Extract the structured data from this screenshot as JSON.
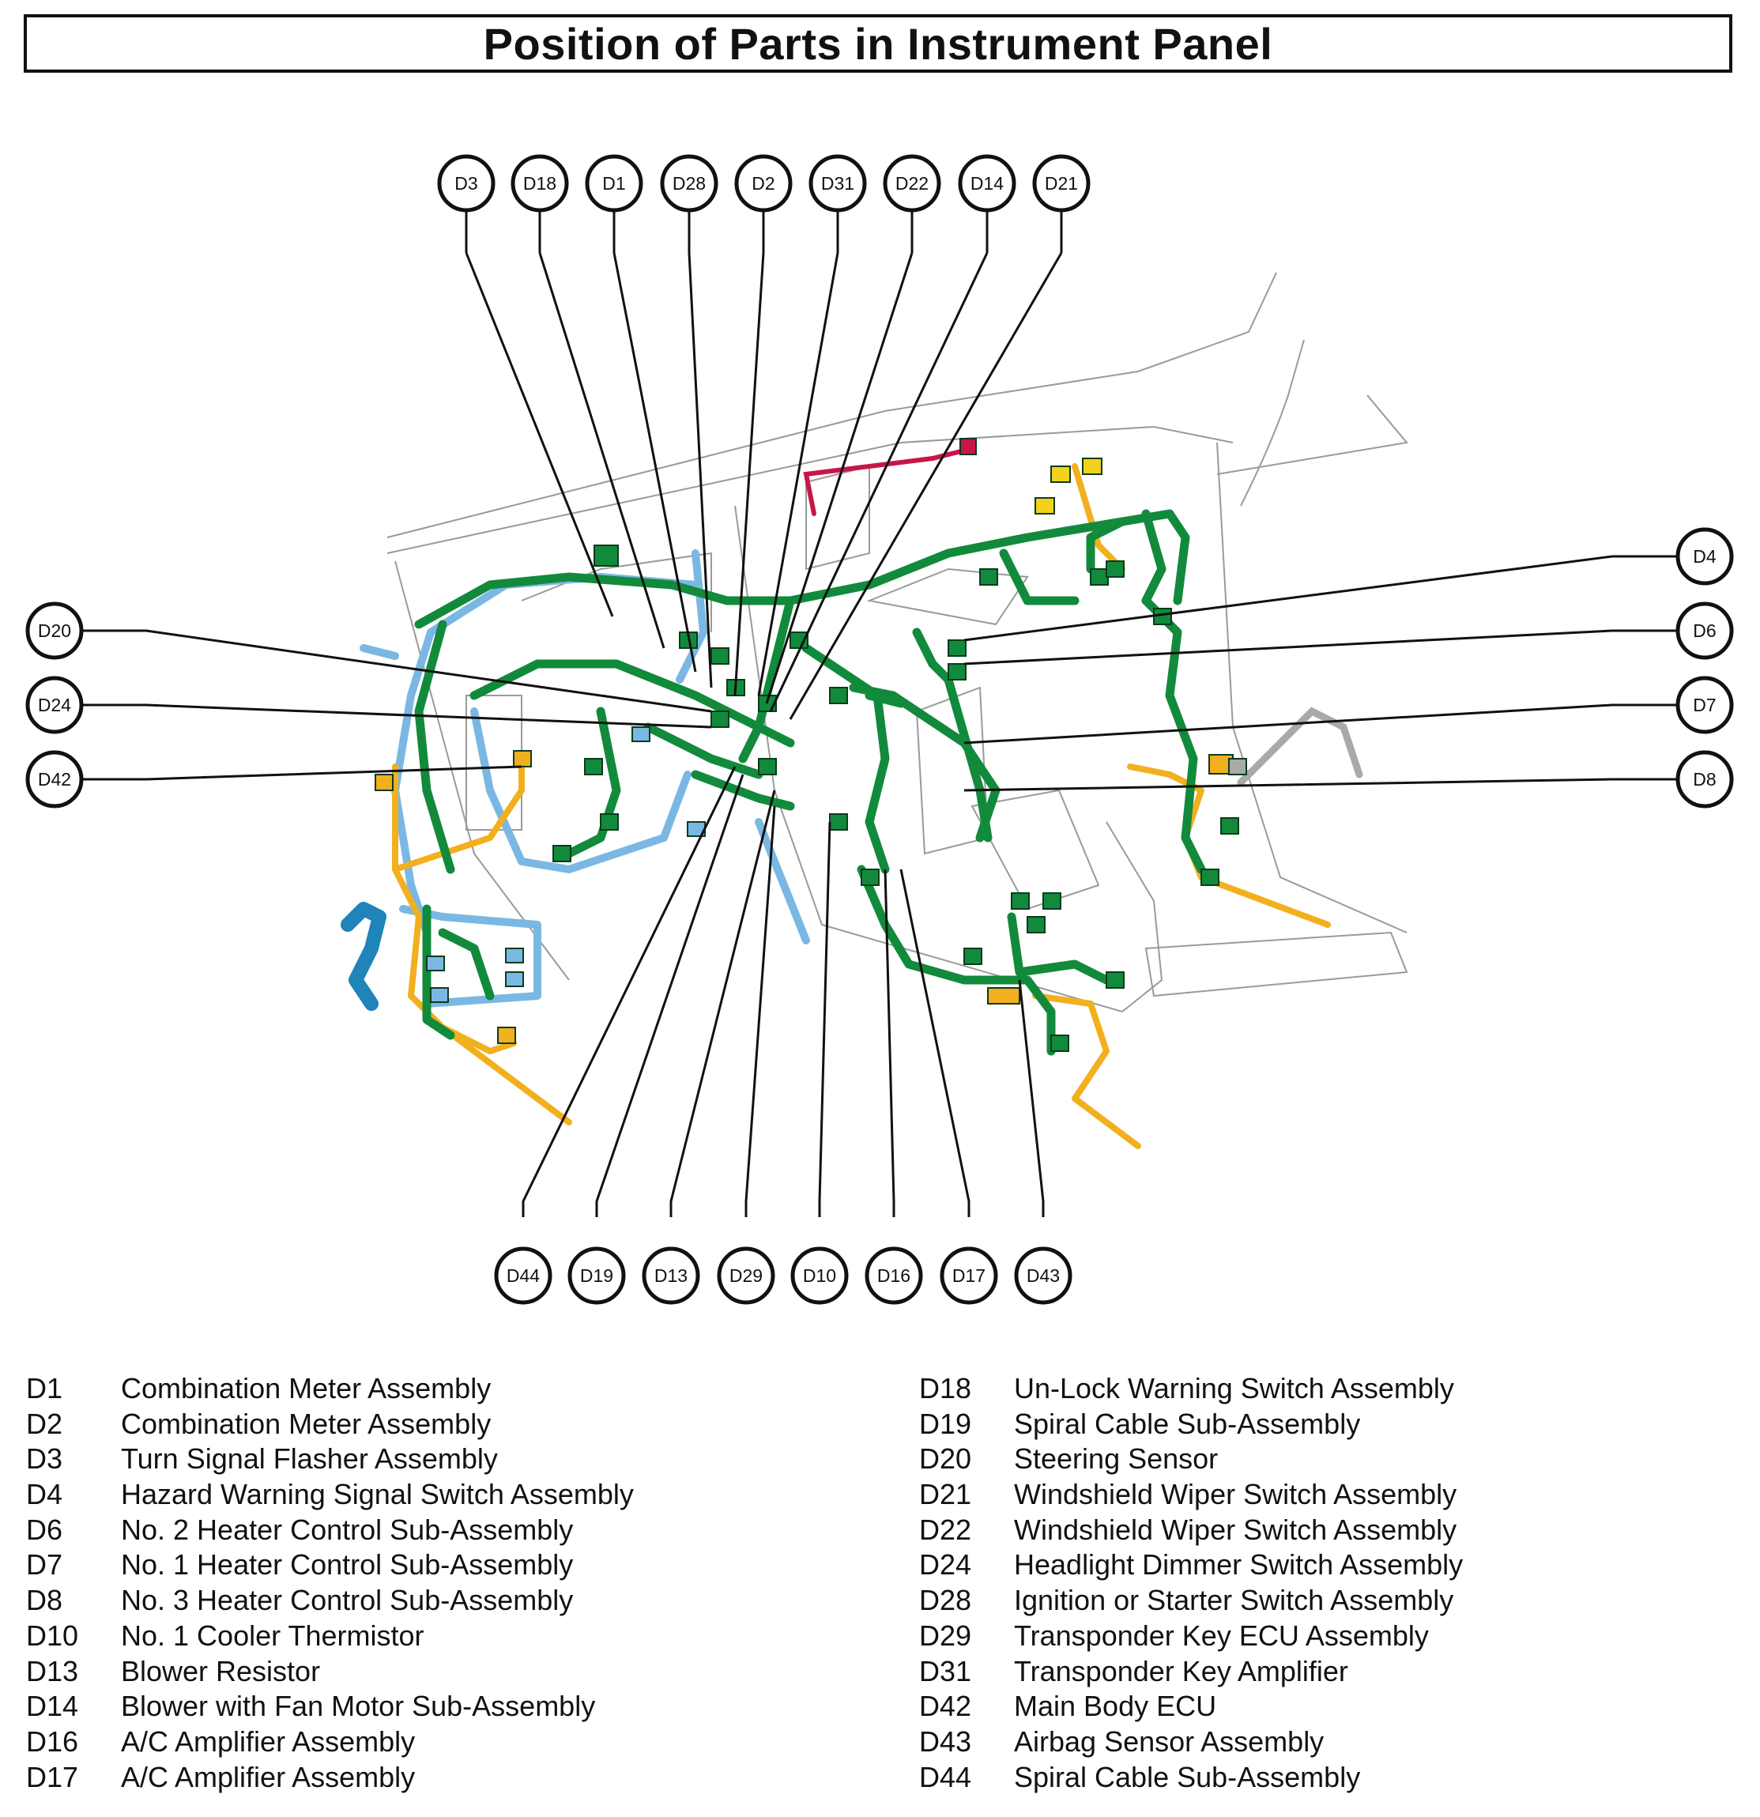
{
  "title": "Position of Parts in Instrument Panel",
  "colors": {
    "green": "#128a3c",
    "blue": "#7ab8e3",
    "yellow": "#f2b01e",
    "red": "#c8164a",
    "gray": "#a9a9a9"
  },
  "callouts": {
    "top": [
      "D3",
      "D18",
      "D1",
      "D28",
      "D2",
      "D31",
      "D22",
      "D14",
      "D21"
    ],
    "left": [
      "D20",
      "D24",
      "D42"
    ],
    "right": [
      "D4",
      "D6",
      "D7",
      "D8"
    ],
    "bottom": [
      "D44",
      "D19",
      "D13",
      "D29",
      "D10",
      "D16",
      "D17",
      "D43"
    ]
  },
  "legend_left": [
    {
      "code": "D1",
      "name": "Combination Meter Assembly"
    },
    {
      "code": "D2",
      "name": "Combination Meter Assembly"
    },
    {
      "code": "D3",
      "name": "Turn Signal Flasher Assembly"
    },
    {
      "code": "D4",
      "name": "Hazard Warning Signal Switch Assembly"
    },
    {
      "code": "D6",
      "name": "No. 2 Heater Control Sub-Assembly"
    },
    {
      "code": "D7",
      "name": "No. 1 Heater Control Sub-Assembly"
    },
    {
      "code": "D8",
      "name": "No. 3 Heater Control Sub-Assembly"
    },
    {
      "code": "D10",
      "name": "No. 1 Cooler Thermistor"
    },
    {
      "code": "D13",
      "name": "Blower Resistor"
    },
    {
      "code": "D14",
      "name": "Blower with Fan Motor Sub-Assembly"
    },
    {
      "code": "D16",
      "name": "A/C Amplifier Assembly"
    },
    {
      "code": "D17",
      "name": "A/C Amplifier Assembly"
    }
  ],
  "legend_right": [
    {
      "code": "D18",
      "name": "Un-Lock Warning Switch Assembly"
    },
    {
      "code": "D19",
      "name": "Spiral Cable Sub-Assembly"
    },
    {
      "code": "D20",
      "name": "Steering Sensor"
    },
    {
      "code": "D21",
      "name": "Windshield Wiper Switch Assembly"
    },
    {
      "code": "D22",
      "name": "Windshield Wiper Switch Assembly"
    },
    {
      "code": "D24",
      "name": "Headlight Dimmer Switch Assembly"
    },
    {
      "code": "D28",
      "name": "Ignition or Starter Switch Assembly"
    },
    {
      "code": "D29",
      "name": "Transponder Key ECU Assembly"
    },
    {
      "code": "D31",
      "name": "Transponder Key Amplifier"
    },
    {
      "code": "D42",
      "name": "Main Body ECU"
    },
    {
      "code": "D43",
      "name": "Airbag Sensor Assembly"
    },
    {
      "code": "D44",
      "name": "Spiral Cable Sub-Assembly"
    }
  ]
}
